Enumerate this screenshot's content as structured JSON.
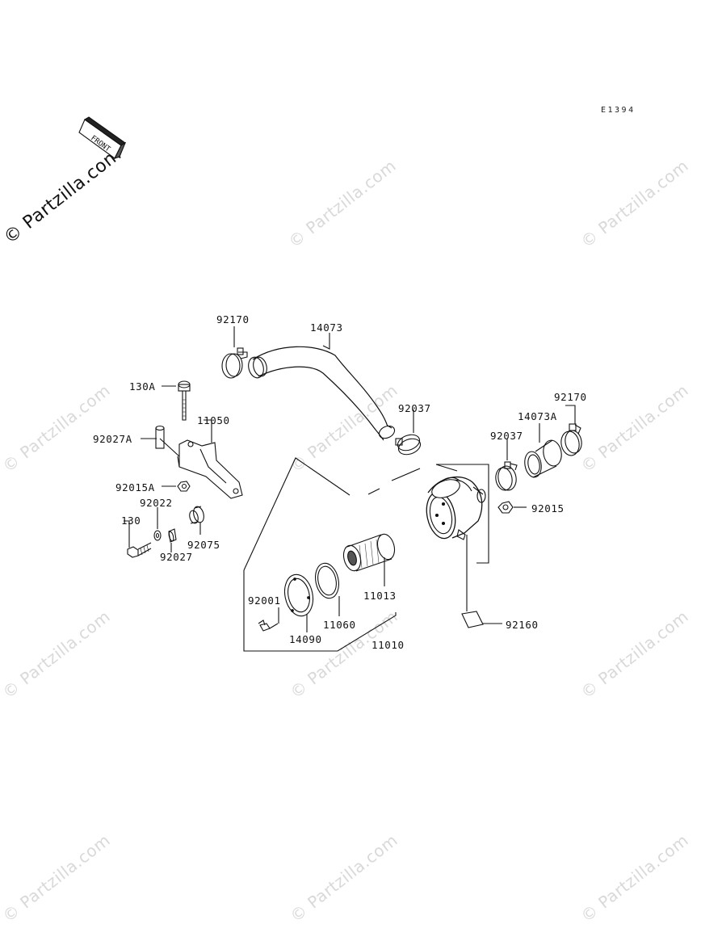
{
  "diagram_code": "E1394",
  "watermark": "© Partzilla.com",
  "front_badge": "FRONT",
  "parts": {
    "p92170_top": "92170",
    "p14073": "14073",
    "p130A": "130A",
    "p11050": "11050",
    "p92027A": "92027A",
    "p92015A": "92015A",
    "p92022": "92022",
    "p130": "130",
    "p92027": "92027",
    "p92075": "92075",
    "p92037_upper": "92037",
    "p92037_lower": "92037",
    "p14073A": "14073A",
    "p92170_right": "92170",
    "p92015": "92015",
    "p11013": "11013",
    "p92001": "92001",
    "p11060": "11060",
    "p14090": "14090",
    "p11010": "11010",
    "p92160": "92160"
  }
}
